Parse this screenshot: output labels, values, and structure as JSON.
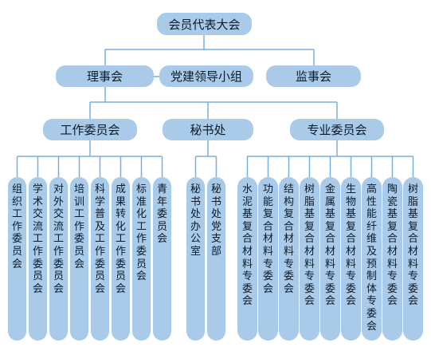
{
  "colors": {
    "box": "#a9cbe9",
    "line": "#7aaedc",
    "text": "#0b1a2a"
  },
  "root": "会员代表大会",
  "level2": {
    "council": "理事会",
    "party_group": "党建领导小组",
    "supervisors": "监事会"
  },
  "level3": {
    "work_committees": "工作委员会",
    "secretariat": "秘书处",
    "professional_committees": "专业委员会"
  },
  "work_committees": [
    "组织工作委员会",
    "学术交流工作委员会",
    "对外交流工作委员会",
    "培训工作委员会",
    "科学普及工作委员会",
    "成果转化工作委员会",
    "标准化工作委员会",
    "青年委员会"
  ],
  "secretariat_units": [
    "秘书处办公室",
    "秘书处党支部"
  ],
  "professional_committees": [
    "水泥基复合材料专委会",
    "功能复合材料专委会",
    "结构复合材料专委会",
    "树脂基复合材料专委会",
    "金属基复合材料专委会",
    "生物基复合材料专委会",
    "高性能纤维及预制体专委会",
    "陶瓷基复合材料专委会",
    "树脂基复合材料专委会"
  ]
}
